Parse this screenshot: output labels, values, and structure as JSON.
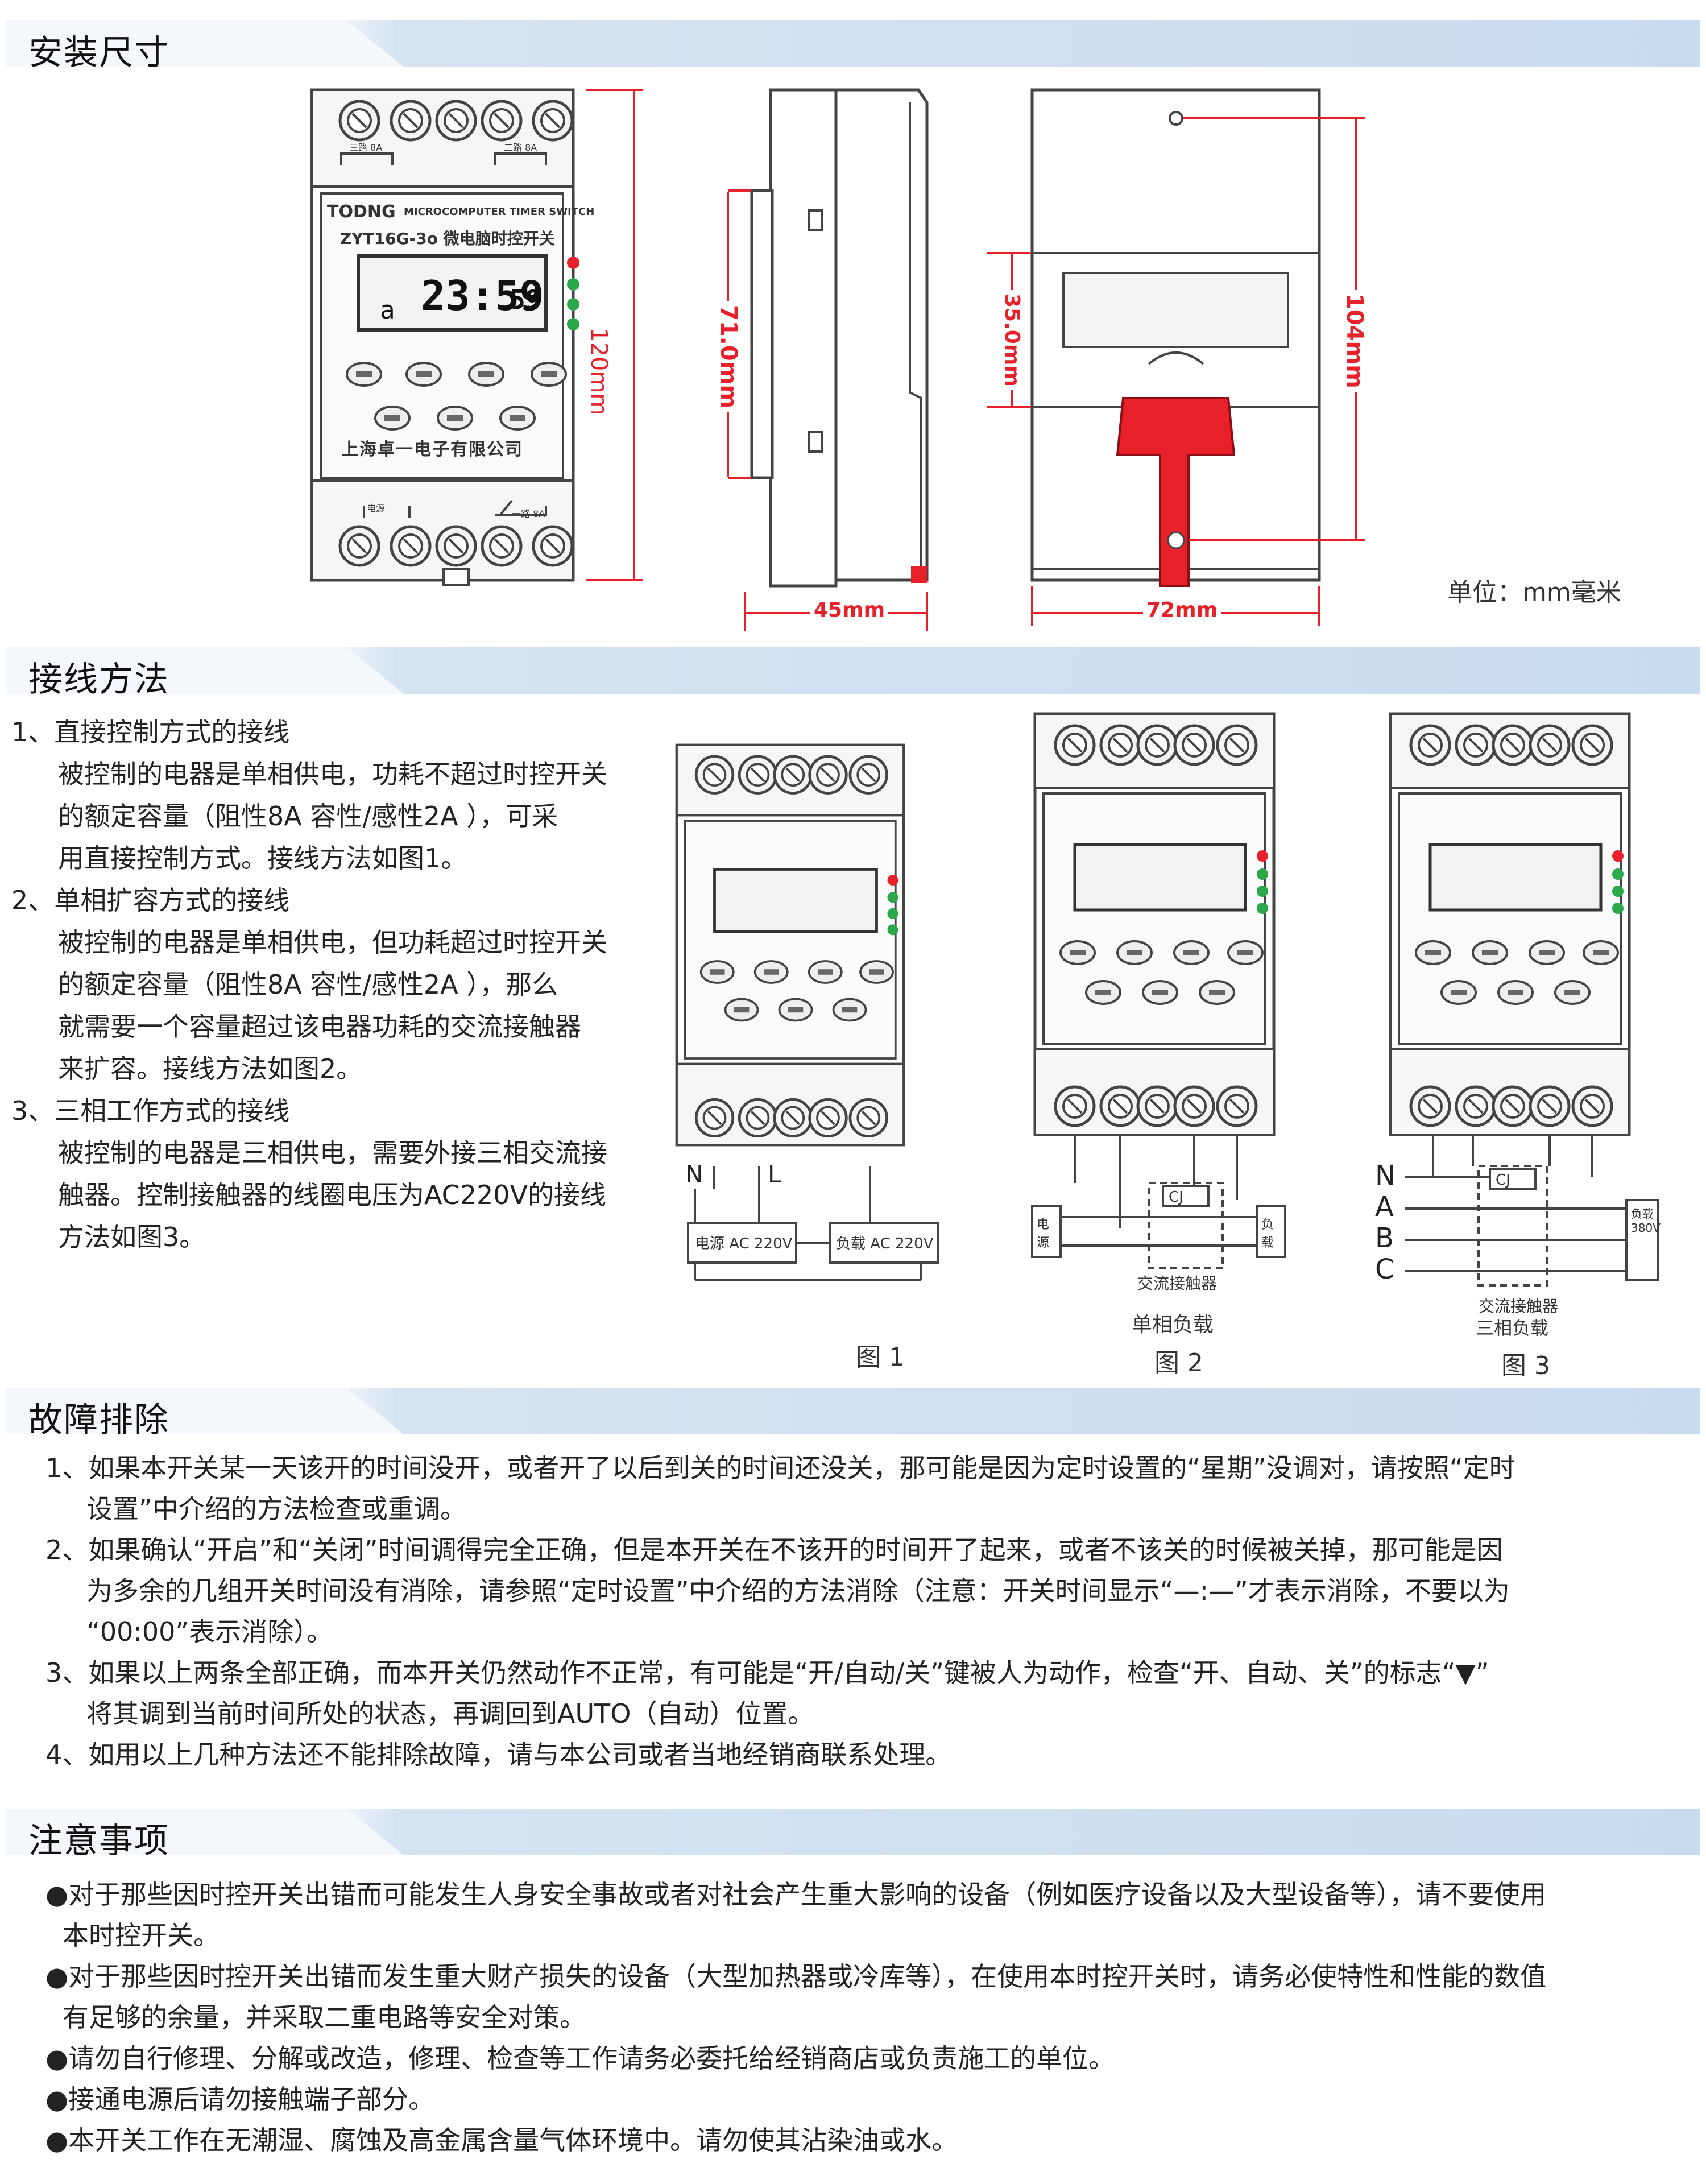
{
  "sections": {
    "install": {
      "title": "安装尺寸"
    },
    "wiring": {
      "title": "接线方法"
    },
    "trouble": {
      "title": "故障排除"
    },
    "notes": {
      "title": "注意事项"
    }
  },
  "device": {
    "brand": "TODNG",
    "product_line": "MICROCOMPUTER TIMER SWITCH",
    "model": "ZYT16G-3o 微电脑时控开关",
    "lcd_time": "23:59",
    "lcd_seconds": "59",
    "lcd_day": "a",
    "maker": "上海卓一电子有限公司",
    "top_label_left": "三路 8A",
    "top_label_right": "二路 8A",
    "bottom_label_left": "电源",
    "bottom_label_right": "一路 8A"
  },
  "dimensions": {
    "height_front": "120mm",
    "height_side": "71.0mm",
    "width_side": "45mm",
    "rear_upper": "35.0mm",
    "rear_height": "104mm",
    "rear_width": "72mm",
    "unit": "单位：mm毫米"
  },
  "wiring": {
    "items": [
      {
        "heading": "1、直接控制方式的接线",
        "lines": [
          "被控制的电器是单相供电，功耗不超过时控开关",
          "的额定容量（阻性8A 容性/感性2A ），可采",
          "用直接控制方式。接线方法如图1。"
        ]
      },
      {
        "heading": "2、单相扩容方式的接线",
        "lines": [
          "被控制的电器是单相供电，但功耗超过时控开关",
          "的额定容量（阻性8A 容性/感性2A ），那么",
          "就需要一个容量超过该电器功耗的交流接触器",
          "来扩容。接线方法如图2。"
        ]
      },
      {
        "heading": "3、三相工作方式的接线",
        "lines": [
          "被控制的电器是三相供电，需要外接三相交流接",
          "触器。控制接触器的线圈电压为AC220V的接线",
          "方法如图3。"
        ]
      }
    ],
    "fig1": {
      "caption": "图 1",
      "n": "N",
      "l": "L",
      "power_box": "电源 AC 220V",
      "load_box": "负载 AC 220V"
    },
    "fig2": {
      "caption": "图 2",
      "sub": "单相负载",
      "contactor": "交流接触器",
      "cj": "CJ",
      "power_box": "电源",
      "load_box": "负载"
    },
    "fig3": {
      "caption": "图 3",
      "sub": "三相负载",
      "contactor": "交流接触器",
      "cj": "CJ",
      "phases": [
        "N",
        "A",
        "B",
        "C"
      ],
      "load_box": "负载 380V"
    }
  },
  "trouble": {
    "items": [
      [
        "1、如果本开关某一天该开的时间没开，或者开了以后到关的时间还没关，那可能是因为定时设置的“星期”没调对，请按照“定时",
        "设置”中介绍的方法检查或重调。"
      ],
      [
        "2、如果确认“开启”和“关闭”时间调得完全正确，但是本开关在不该开的时间开了起来，或者不该关的时候被关掉，那可能是因",
        "为多余的几组开关时间没有消除，请参照“定时设置”中介绍的方法消除（注意：开关时间显示“—:—”才表示消除，不要以为",
        "“00:00”表示消除）。"
      ],
      [
        "3、如果以上两条全部正确，而本开关仍然动作不正常，有可能是“开/自动/关”键被人为动作，检查“开、自动、关”的标志“▼”",
        "将其调到当前时间所处的状态，再调回到AUTO（自动）位置。"
      ],
      [
        "4、如用以上几种方法还不能排除故障，请与本公司或者当地经销商联系处理。"
      ]
    ]
  },
  "notes": {
    "items": [
      [
        "●对于那些因时控开关出错而可能发生人身安全事故或者对社会产生重大影响的设备（例如医疗设备以及大型设备等），请不要使用",
        "本时控开关。"
      ],
      [
        "●对于那些因时控开关出错而发生重大财产损失的设备（大型加热器或冷库等），在使用本时控开关时，请务必使特性和性能的数值",
        "有足够的余量，并采取二重电路等安全对策。"
      ],
      [
        "●请勿自行修理、分解或改造，修理、检查等工作请务必委托给经销商店或负责施工的单位。"
      ],
      [
        "●接通电源后请勿接触端子部分。"
      ],
      [
        "●本开关工作在无潮湿、腐蚀及高金属含量气体环境中。请勿使其沾染油或水。"
      ]
    ]
  },
  "colors": {
    "accent_red": "#e8202a",
    "led_green": "#2aa84a",
    "header_blue": "#c9dbef"
  }
}
